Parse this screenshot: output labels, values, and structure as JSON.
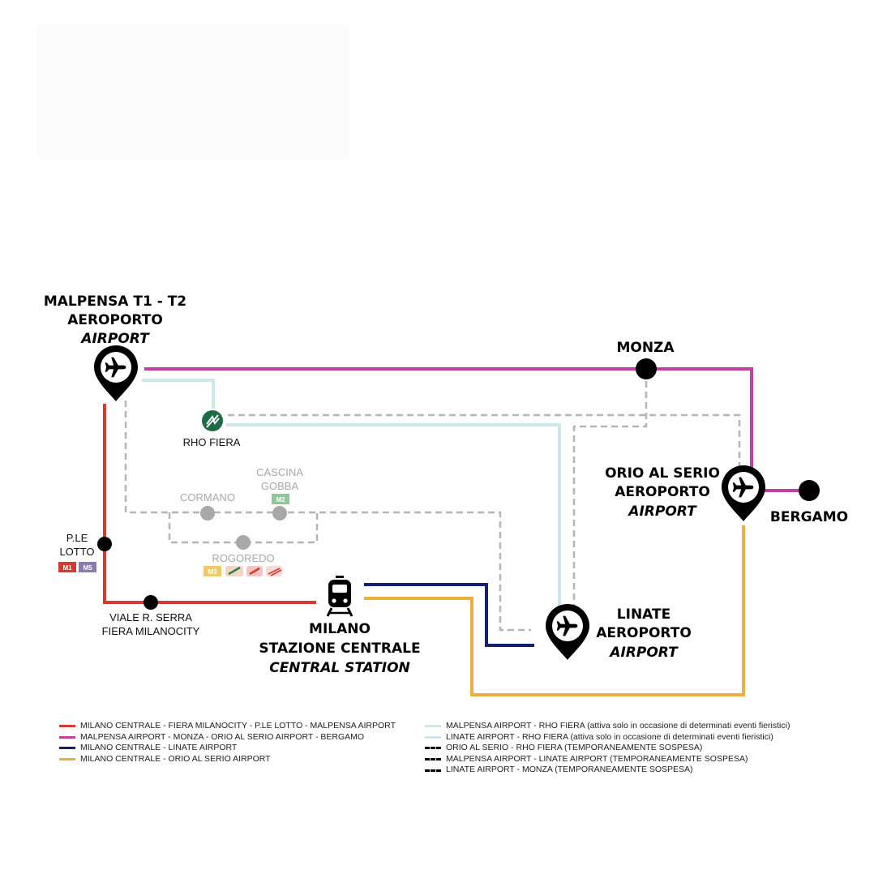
{
  "colors": {
    "red": "#d63a2f",
    "magenta": "#c2419a",
    "navy": "#14206e",
    "orange": "#e8b03f",
    "lightblue": "#cfe6ea",
    "dashed_grey": "#b5b5b5",
    "station_grey": "#a8a8a8",
    "black": "#000000",
    "rho_green": "#1f6b45",
    "m1_red": "#d63a2f",
    "m5_purple": "#8a7ab0",
    "m2_green": "#8fc79a",
    "m3_yellow": "#f0c96a"
  },
  "stations": {
    "malpensa": {
      "name_l1": "MALPENSA T1 - T2",
      "name_l2": "AEROPORTO",
      "name_l3": "AIRPORT",
      "icon": "airplane-pin-icon"
    },
    "monza": {
      "name": "MONZA"
    },
    "orio": {
      "name_l1": "ORIO AL SERIO",
      "name_l2": "AEROPORTO",
      "name_l3": "AIRPORT",
      "icon": "airplane-pin-icon"
    },
    "bergamo": {
      "name": "BERGAMO"
    },
    "linate": {
      "name_l1": "LINATE",
      "name_l2": "AEROPORTO",
      "name_l3": "AIRPORT",
      "icon": "airplane-pin-icon"
    },
    "centrale": {
      "name_l1": "MILANO",
      "name_l2": "STAZIONE CENTRALE",
      "name_l3": "CENTRAL STATION",
      "icon": "train-icon"
    },
    "rho_fiera": {
      "name": "RHO FIERA",
      "icon": "rho-fiera-logo-icon"
    },
    "ple_lotto": {
      "name_l1": "P.LE",
      "name_l2": "LOTTO",
      "badges": [
        "M1",
        "M5"
      ]
    },
    "viale_serra": {
      "name_l1": "VIALE R. SERRA",
      "name_l2": "FIERA MILANOCITY"
    },
    "cormano": {
      "name": "CORMANO"
    },
    "cascina_gobba": {
      "name_l1": "CASCINA",
      "name_l2": "GOBBA",
      "badge": "M2"
    },
    "rogoredo": {
      "name": "ROGOREDO",
      "badge": "M3"
    }
  },
  "legend": {
    "left": [
      {
        "style": "solid",
        "color": "#d63a2f",
        "label": "MILANO CENTRALE - FIERA MILANOCITY - P.LE LOTTO - MALPENSA AIRPORT"
      },
      {
        "style": "solid",
        "color": "#c2419a",
        "label": "MALPENSA AIRPORT - MONZA - ORIO AL SERIO AIRPORT - BERGAMO"
      },
      {
        "style": "solid",
        "color": "#14206e",
        "label": "MILANO CENTRALE - LINATE AIRPORT"
      },
      {
        "style": "solid",
        "color": "#e8b03f",
        "label": "MILANO CENTRALE - ORIO AL SERIO AIRPORT"
      }
    ],
    "right": [
      {
        "style": "solid",
        "color": "#cfe6ea",
        "label": "MALPENSA AIRPORT - RHO FIERA (attiva solo in occasione di determinati eventi fieristici)"
      },
      {
        "style": "solid",
        "color": "#cfe6ea",
        "label": "LINATE AIRPORT - RHO FIERA (attiva solo in occasione di determinati eventi fieristici)"
      },
      {
        "style": "dash",
        "color": "#000000",
        "label": "ORIO AL SERIO - RHO FIERA (TEMPORANEAMENTE SOSPESA)"
      },
      {
        "style": "dash",
        "color": "#000000",
        "label": "MALPENSA AIRPORT - LINATE AIRPORT (TEMPORANEAMENTE SOSPESA)"
      },
      {
        "style": "dash",
        "color": "#000000",
        "label": "LINATE AIRPORT - MONZA (TEMPORANEAMENTE SOSPESA)"
      }
    ]
  }
}
